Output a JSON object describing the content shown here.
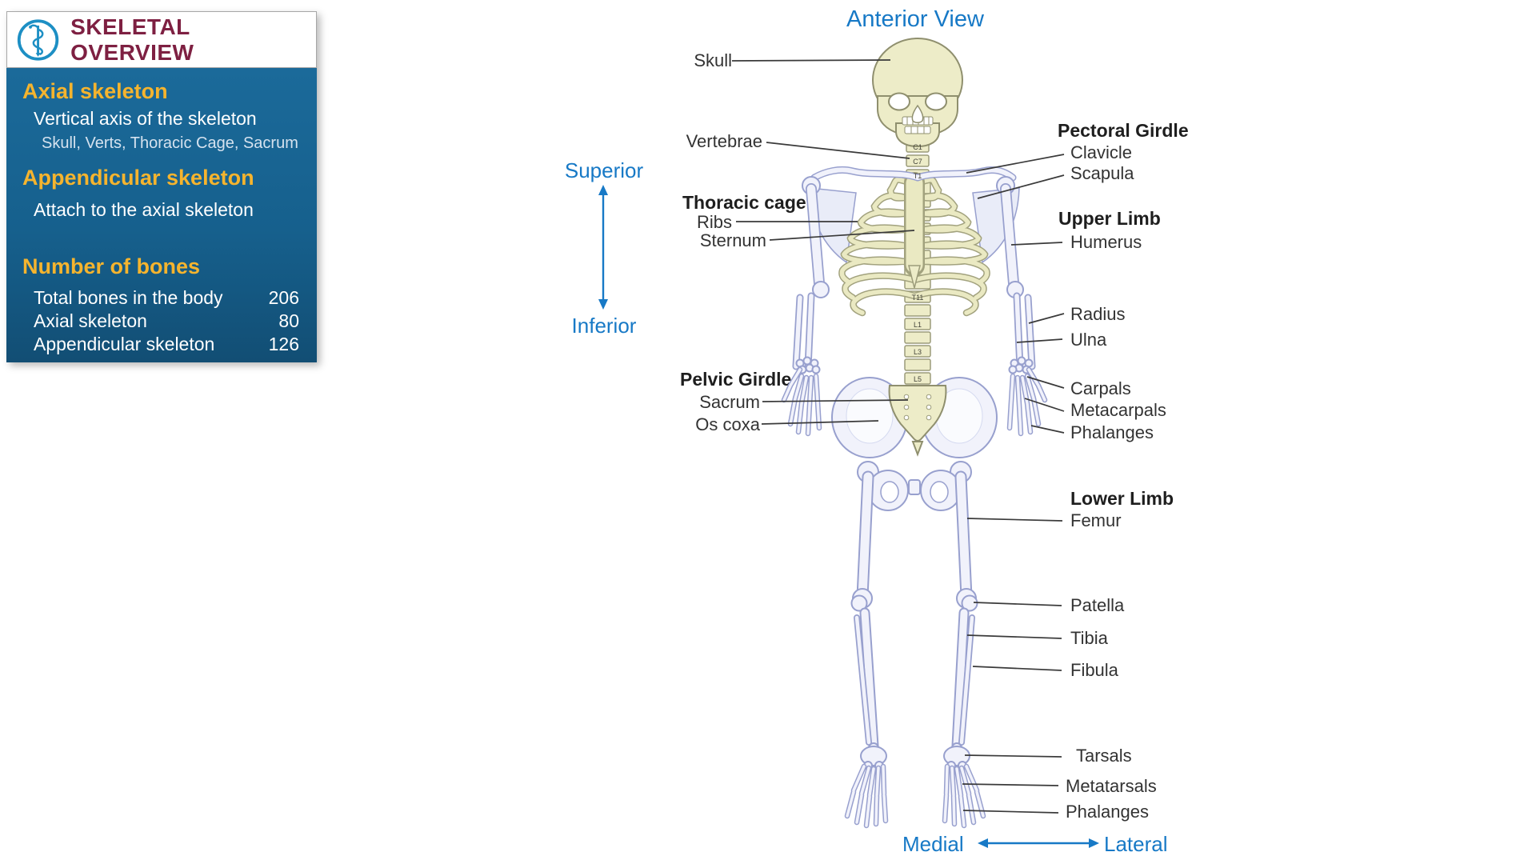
{
  "info_card": {
    "title": "SKELETAL OVERVIEW",
    "icon": "asclepius-staff-icon",
    "sections": {
      "axial": {
        "heading": "Axial skeleton",
        "desc": "Vertical axis of the skeleton",
        "detail": "Skull, Verts, Thoracic Cage, Sacrum"
      },
      "appendicular": {
        "heading": "Appendicular skeleton",
        "desc": "Attach to the axial skeleton"
      },
      "counts": {
        "heading": "Number of bones",
        "rows": [
          {
            "label": "Total bones in the body",
            "value": "206"
          },
          {
            "label": "Axial skeleton",
            "value": "80"
          },
          {
            "label": "Appendicular skeleton",
            "value": "126"
          }
        ]
      }
    }
  },
  "diagram": {
    "view_label": "Anterior View",
    "orientation": {
      "superior": "Superior",
      "inferior": "Inferior",
      "medial": "Medial",
      "lateral": "Lateral"
    },
    "left_labels": {
      "skull": "Skull",
      "vertebrae": "Vertebrae",
      "thoracic_cage": "Thoracic cage",
      "ribs": "Ribs",
      "sternum": "Sternum",
      "pelvic_girdle": "Pelvic Girdle",
      "sacrum": "Sacrum",
      "os_coxa": "Os coxa"
    },
    "right_labels": {
      "pectoral_girdle": "Pectoral Girdle",
      "clavicle": "Clavicle",
      "scapula": "Scapula",
      "upper_limb": "Upper Limb",
      "humerus": "Humerus",
      "radius": "Radius",
      "ulna": "Ulna",
      "carpals": "Carpals",
      "metacarpals": "Metacarpals",
      "phalanges_hand": "Phalanges",
      "lower_limb": "Lower Limb",
      "femur": "Femur",
      "patella": "Patella",
      "tibia": "Tibia",
      "fibula": "Fibula",
      "tarsals": "Tarsals",
      "metatarsals": "Metatarsals",
      "phalanges_foot": "Phalanges"
    },
    "spine_labels": [
      "C1",
      "C7",
      "T1",
      "T11",
      "L1",
      "L3",
      "L5"
    ]
  },
  "colors": {
    "panel_top": "#1B6A9A",
    "panel_bottom": "#124E74",
    "heading_yellow": "#F5B42E",
    "title_maroon": "#7E2042",
    "accent_blue": "#1779C6",
    "icon_blue": "#1D8FC4",
    "axial_fill": "#EDECC8",
    "axial_stroke": "#8F8F6E",
    "appendicular_fill": "#F1F2FB",
    "appendicular_stroke": "#98A0CE",
    "leader_line": "#3A3A3A"
  }
}
